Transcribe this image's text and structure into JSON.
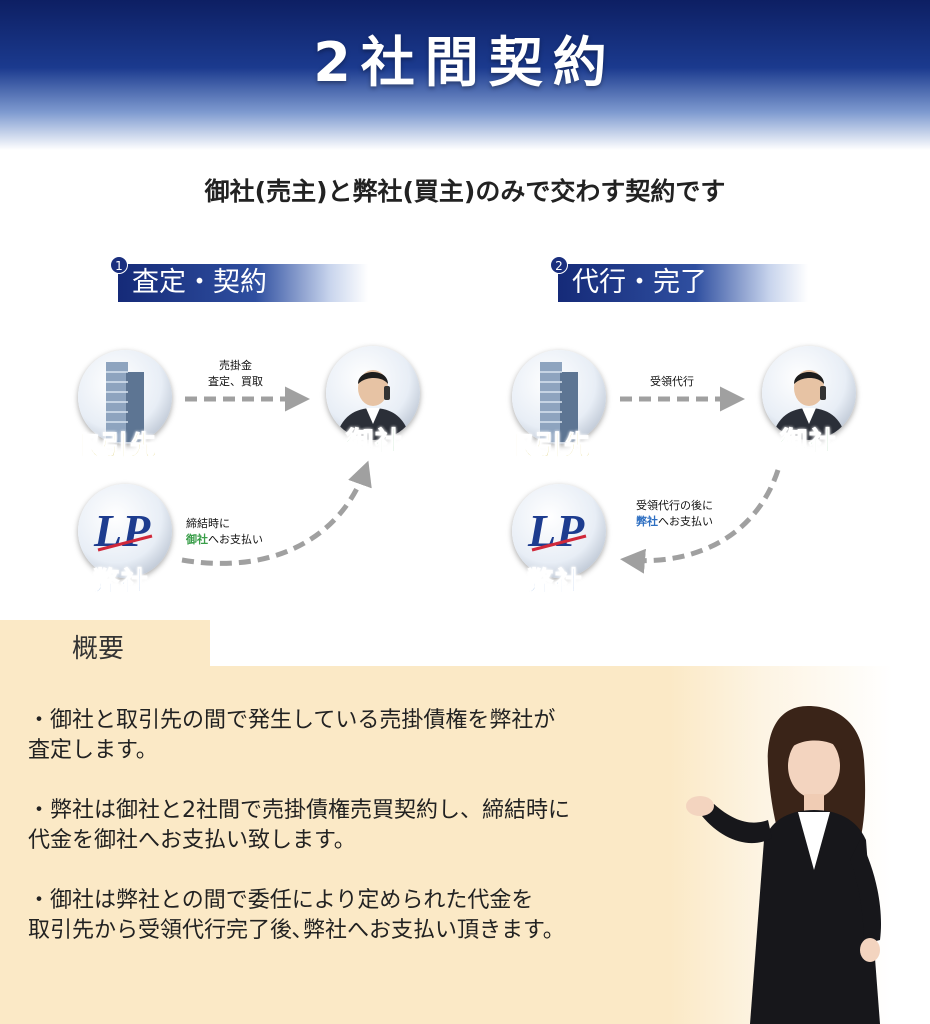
{
  "header": {
    "title": "2社間契約"
  },
  "subtitle": "御社(売主)と弊社(買主)のみで交わす契約です",
  "steps": [
    {
      "number": "1",
      "label": "査定・契約",
      "nodes": {
        "client": "取引先",
        "you": "御社",
        "us": "弊社"
      },
      "arrow_top_lines": [
        "売掛金",
        "査定、買取"
      ],
      "arrow_bottom_lines": {
        "line1": "締結時に",
        "line2_highlight": "御社",
        "line2_rest": "へお支払い"
      }
    },
    {
      "number": "2",
      "label": "代行・完了",
      "nodes": {
        "client": "取引先",
        "you": "御社",
        "us": "弊社"
      },
      "arrow_top_lines": [
        "受領代行"
      ],
      "arrow_bottom_lines": {
        "line1": "受領代行の後に",
        "line2_highlight": "弊社",
        "line2_rest": "へお支払い"
      }
    }
  ],
  "overview": {
    "heading": "概要",
    "paragraphs": [
      {
        "line1": "・御社と取引先の間で発生している売掛債権を弊社が",
        "line2": "査定します。"
      },
      {
        "line1": "・弊社は御社と2社間で売掛債権売買契約し、締結時に",
        "line2": "代金を御社へお支払い致します。"
      },
      {
        "line1": "・御社は弊社との間で委任により定められた代金を",
        "line2": "取引先から受領代行完了後､弊社へお支払い頂きます。"
      }
    ]
  },
  "logo_text": "LP",
  "colors": {
    "header_dark": "#0d1f63",
    "label_yellow": "#c9b52a",
    "label_green": "#3aa24a",
    "label_blue": "#2e6fc2",
    "overview_bg": "#fbe9c6",
    "arrow_gray": "#a0a0a0"
  },
  "icons": [
    "building-icon",
    "businessman-phone-icon",
    "lp-logo-icon",
    "dashed-arrow-icon",
    "presenting-woman-icon"
  ]
}
